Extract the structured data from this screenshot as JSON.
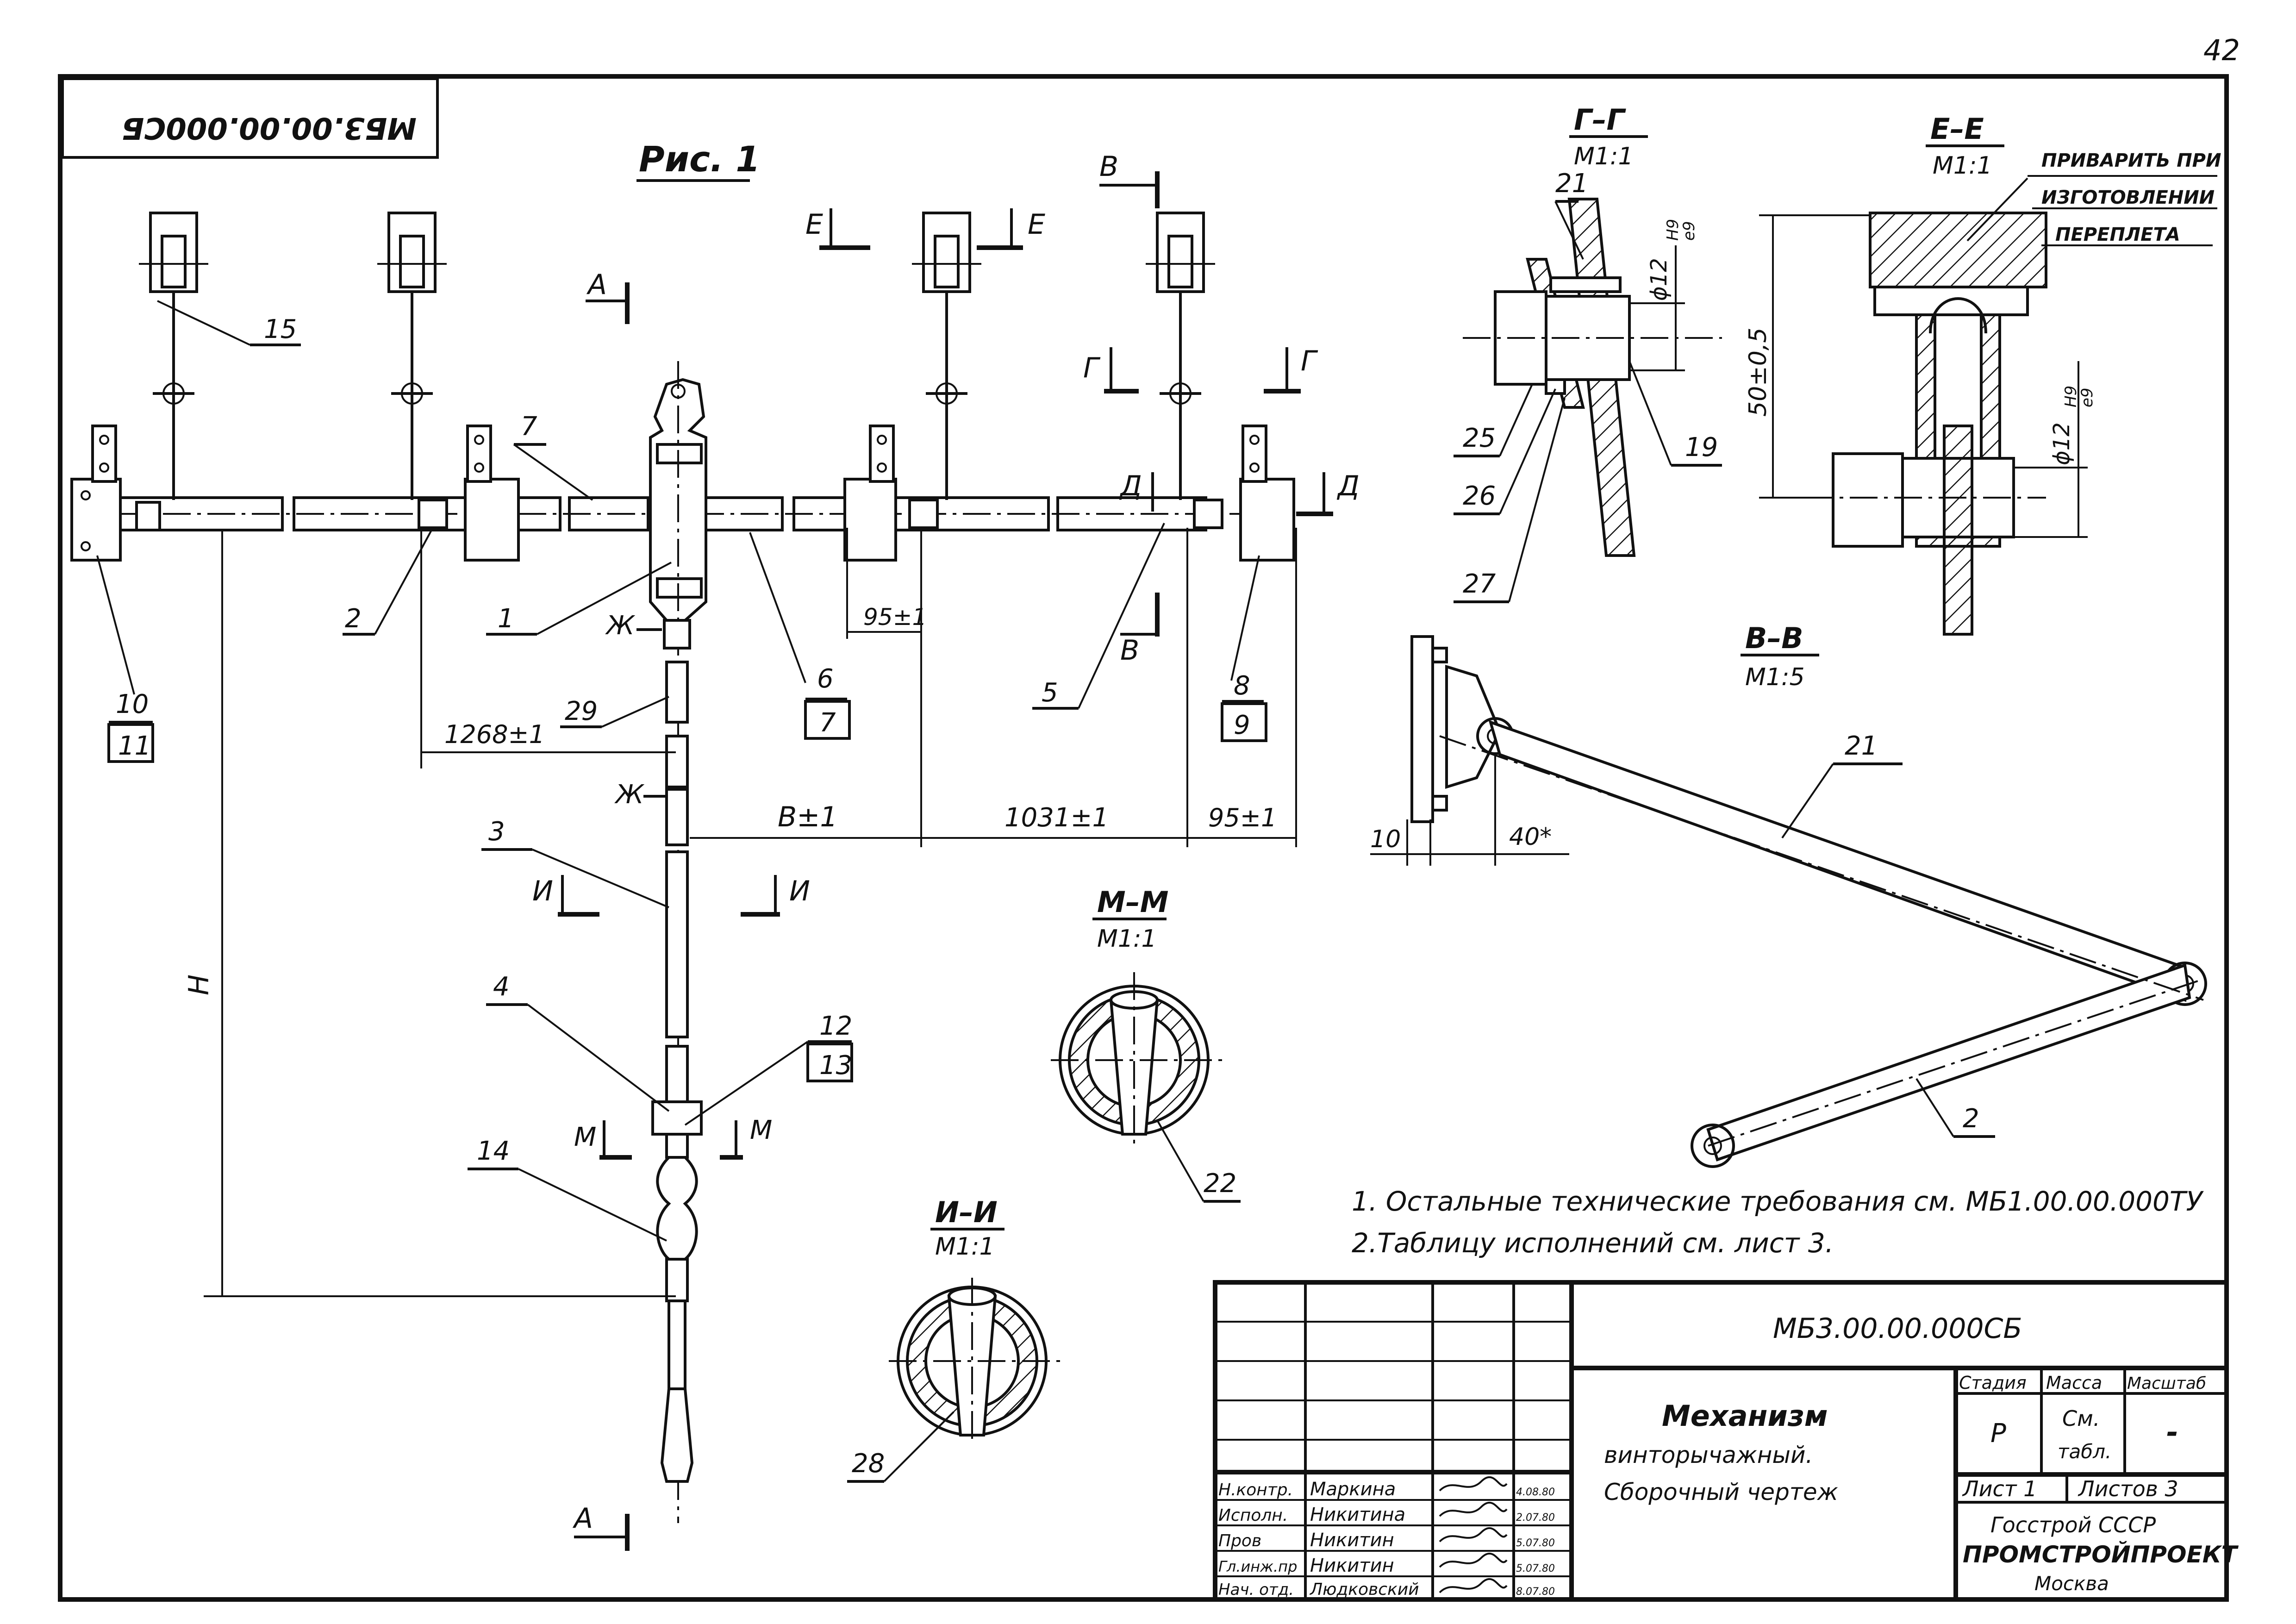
{
  "sheet": {
    "page_number": "42",
    "stamp_code_rotated": "МБ3.00.00.000СБ",
    "figure_title": "Рис. 1"
  },
  "labels": {
    "n1": "1",
    "n2": "2",
    "n3": "3",
    "n4": "4",
    "n5": "5",
    "n6": "6",
    "n7": "7",
    "n7b": "7",
    "n8": "8",
    "n9": "9",
    "n10": "10",
    "n11": "11",
    "n12": "12",
    "n13": "13",
    "n14": "14",
    "n15": "15",
    "n29": "29",
    "n21": "21",
    "n2b": "2",
    "n22": "22",
    "n28": "28",
    "n21b": "21",
    "n25": "25",
    "n26": "26",
    "n27": "27",
    "n19": "19"
  },
  "section_marks": {
    "A": "А",
    "E": "Е",
    "V": "В",
    "G": "Г",
    "D": "Д",
    "Zh": "Ж",
    "I": "И",
    "M": "М"
  },
  "dimensions": {
    "d95a": "95±1",
    "d1268": "1268±1",
    "dB": "В±1",
    "d1031": "1031±1",
    "d95b": "95±1",
    "dH": "Н",
    "d10": "10",
    "d40": "40*",
    "d50": "50±0,5",
    "phi12a": "ϕ12",
    "phi12b": "ϕ12",
    "fit_top": "Н9",
    "fit_bottom": "е9"
  },
  "sections": {
    "GG": {
      "title": "Г–Г",
      "scale": "М1:1"
    },
    "EE": {
      "title": "Е–Е",
      "scale": "М1:1",
      "note_lines": [
        "ПРИВАРИТЬ ПРИ",
        "ИЗГОТОВЛЕНИИ",
        "ПЕРЕПЛЕТА"
      ]
    },
    "VV": {
      "title": "В–В",
      "scale": "М1:5"
    },
    "MM": {
      "title": "М–М",
      "scale": "М1:1"
    },
    "II": {
      "title": "И–И",
      "scale": "М1:1"
    }
  },
  "notes": [
    "1. Остальные технические требования см. МБ1.00.00.000ТУ",
    "2.Таблицу исполнений см. лист 3."
  ],
  "title_block": {
    "code": "МБ3.00.00.000СБ",
    "name_line1": "Механизм",
    "name_line2": "винторычажный.",
    "name_line3": "Сборочный чертеж",
    "headers": {
      "stage": "Стадия",
      "mass": "Масса",
      "scale": "Масштаб"
    },
    "stage_value": "Р",
    "mass_value_1": "См.",
    "mass_value_2": "табл.",
    "scale_value": "-",
    "sheet_label": "Лист 1",
    "sheets_label": "Листов 3",
    "org_line1": "Госстрой СССР",
    "org_line2": "ПРОМСТРОЙПРОЕКТ",
    "org_line3": "Москва",
    "roles": [
      {
        "role": "Н.контр.",
        "name": "Маркина",
        "date": "4.08.80"
      },
      {
        "role": "Исполн.",
        "name": "Никитина",
        "date": "2.07.80"
      },
      {
        "role": "Пров",
        "name": "Никитин",
        "date": "5.07.80"
      },
      {
        "role": "Гл.инж.пр",
        "name": "Никитин",
        "date": "5.07.80"
      },
      {
        "role": "Нач. отд.",
        "name": "Людковский",
        "date": "8.07.80"
      }
    ]
  }
}
